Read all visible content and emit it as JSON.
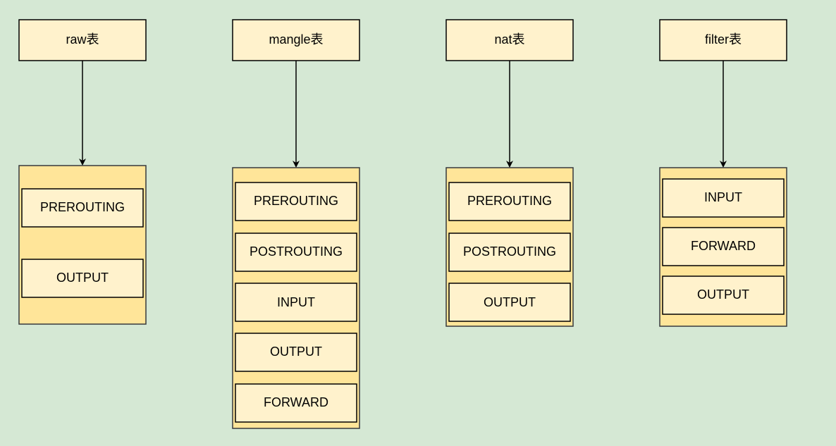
{
  "colors": {
    "background": "#d5e8d4",
    "table_box_fill": "#fff2cc",
    "chain_container_fill": "#ffe599",
    "chain_box_fill": "#fff2cc",
    "stroke": "#000000",
    "container_stroke": "#36393d"
  },
  "tables": [
    {
      "id": "raw",
      "label": "raw表",
      "chains": [
        "PREROUTING",
        "OUTPUT"
      ]
    },
    {
      "id": "mangle",
      "label": "mangle表",
      "chains": [
        "PREROUTING",
        "POSTROUTING",
        "INPUT",
        "OUTPUT",
        "FORWARD"
      ]
    },
    {
      "id": "nat",
      "label": "nat表",
      "chains": [
        "PREROUTING",
        "POSTROUTING",
        "OUTPUT"
      ]
    },
    {
      "id": "filter",
      "label": "filter表",
      "chains": [
        "INPUT",
        "FORWARD",
        "OUTPUT"
      ]
    }
  ]
}
